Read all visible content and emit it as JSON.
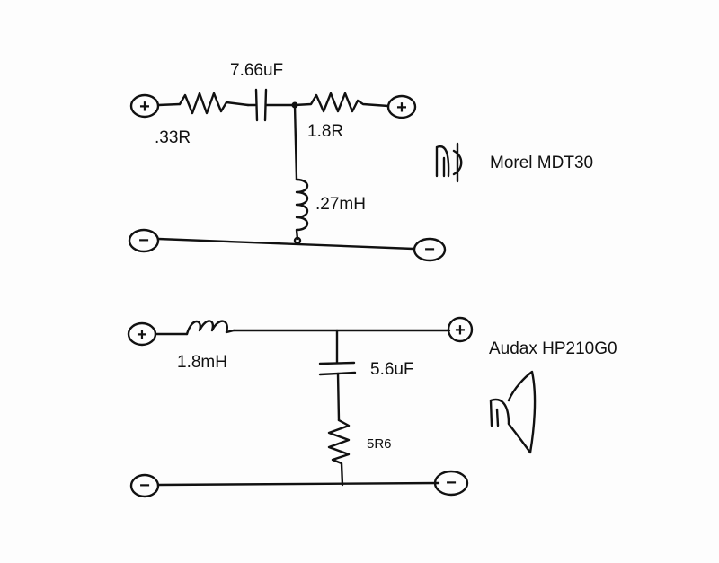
{
  "tweeter_circuit": {
    "cap_label": "7.66uF",
    "series_resistor_label": ".33R",
    "l_pad_resistor_label": "1.8R",
    "inductor_label": ".27mH",
    "driver_label": "Morel MDT30"
  },
  "woofer_circuit": {
    "inductor_label": "1.8mH",
    "cap_label": "5.6uF",
    "resistor_label": "5R6",
    "driver_label": "Audax HP210G0"
  },
  "terminals": {
    "plus": "+",
    "minus": "−"
  }
}
